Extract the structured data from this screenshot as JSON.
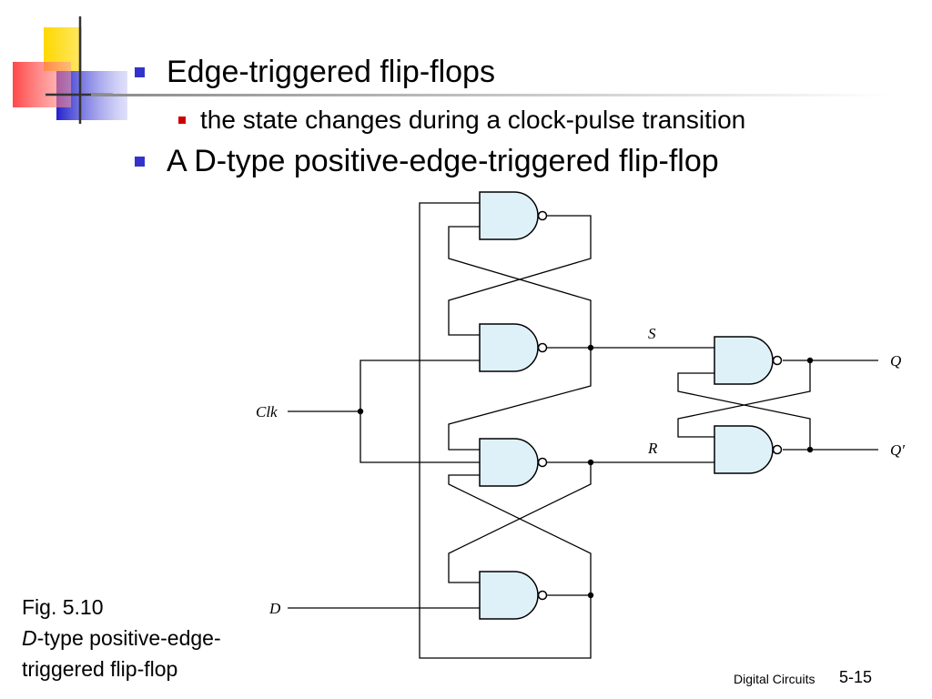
{
  "slide": {
    "bullets": [
      "Edge-triggered flip-flops",
      "the state changes during a clock-pulse transition",
      "A D-type positive-edge-triggered flip-flop"
    ]
  },
  "diagram": {
    "labels": {
      "s": "S",
      "r": "R",
      "clk": "Clk",
      "d": "D",
      "q": "Q",
      "q_prime": "Q′"
    }
  },
  "caption": {
    "fig": "Fig. 5.10",
    "d_letter": "D",
    "desc_1": "-type positive-edge-",
    "desc_2": "triggered flip-flop"
  },
  "footer": {
    "text": "Digital Circuits",
    "page": "5-15"
  },
  "colors": {
    "bullet_blue": "#3333cc",
    "bullet_red": "#cc0000",
    "gate_fill": "#dff1f8",
    "logo_yellow": "#ffd800",
    "logo_red": "#ff3333",
    "logo_blue": "#2222cc"
  }
}
